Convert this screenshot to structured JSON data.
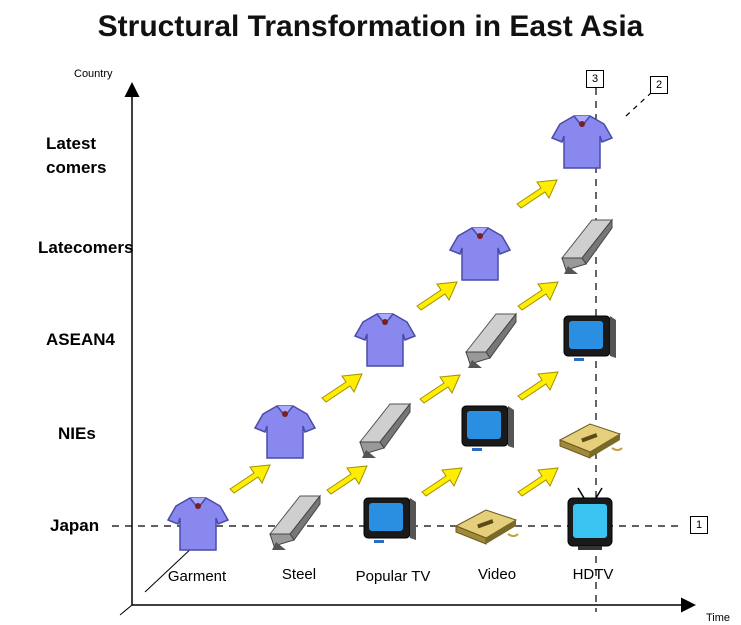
{
  "title": "Structural Transformation in East Asia",
  "axes": {
    "y_label": "Country",
    "x_label": "Time"
  },
  "countries": [
    "Latest\ncomers",
    "Latecomers",
    "ASEAN4",
    "NIEs",
    "Japan"
  ],
  "products": [
    "Garment",
    "Steel",
    "Popular TV",
    "Video",
    "HDTV"
  ],
  "markers": [
    "1",
    "2",
    "3"
  ],
  "colors": {
    "arrow": "#ffee00",
    "shirt": "#8888ee",
    "steel": "#888888",
    "tv": "#1e7fcf",
    "video": "#d8c070"
  }
}
